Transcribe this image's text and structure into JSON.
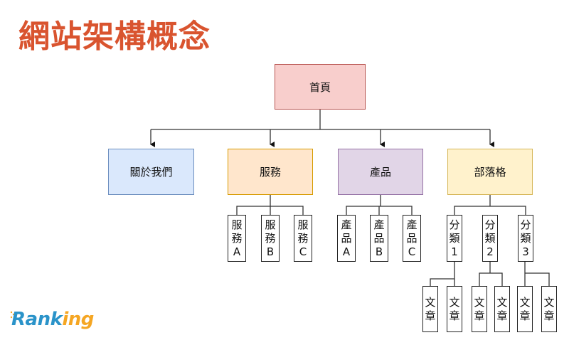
{
  "title": "網站架構概念",
  "colors": {
    "title": "#D9542F",
    "root_fill": "#F8CECC",
    "root_border": "#B85450",
    "about_fill": "#DAE8FC",
    "about_border": "#6C8EBF",
    "services_fill": "#FFE6CC",
    "services_border": "#D79B00",
    "products_fill": "#E1D5E7",
    "products_border": "#9673A6",
    "blog_fill": "#FFF2CC",
    "blog_border": "#D6B656",
    "logo_primary": "#2A93C9",
    "logo_accent": "#F5A623"
  },
  "tree": {
    "root": "首頁",
    "level2": {
      "about": "關於我們",
      "services": "服務",
      "products": "產品",
      "blog": "部落格"
    },
    "services_children": [
      {
        "line1": "服",
        "line2": "務",
        "line3": "A"
      },
      {
        "line1": "服",
        "line2": "務",
        "line3": "B"
      },
      {
        "line1": "服",
        "line2": "務",
        "line3": "C"
      }
    ],
    "products_children": [
      {
        "line1": "產",
        "line2": "品",
        "line3": "A"
      },
      {
        "line1": "產",
        "line2": "品",
        "line3": "B"
      },
      {
        "line1": "產",
        "line2": "品",
        "line3": "C"
      }
    ],
    "blog_children": [
      {
        "line1": "分",
        "line2": "類",
        "line3": "1"
      },
      {
        "line1": "分",
        "line2": "類",
        "line3": "2"
      },
      {
        "line1": "分",
        "line2": "類",
        "line3": "3"
      }
    ],
    "articles": [
      {
        "line1": "文",
        "line2": "章"
      },
      {
        "line1": "文",
        "line2": "章"
      },
      {
        "line1": "文",
        "line2": "章"
      },
      {
        "line1": "文",
        "line2": "章"
      },
      {
        "line1": "文",
        "line2": "章"
      },
      {
        "line1": "文",
        "line2": "章"
      }
    ]
  },
  "logo": {
    "part1": "Rank",
    "part2": "ing"
  }
}
